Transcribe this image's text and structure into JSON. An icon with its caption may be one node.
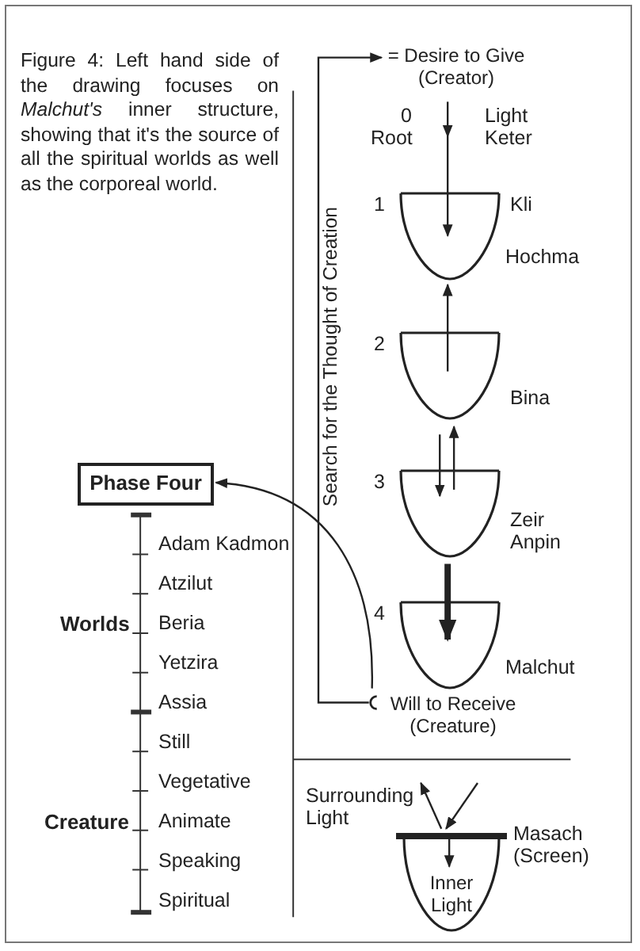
{
  "diagram": {
    "caption": "Figure 4: Left hand side of the drawing focuses on *Malchut's* inner structure, showing that it's the source of all the spiritual worlds as well as the corporeal world.",
    "nodes": [
      {
        "text": [
          "= Desire to Give (Creator)"
        ]
      },
      {
        "text": [],
        "shape": "bowl",
        "beside": [
          "1",
          "Kli",
          "Hochma"
        ]
      },
      {
        "text": [],
        "shape": "bowl",
        "beside": [
          "2",
          "Bina"
        ]
      },
      {
        "text": [],
        "shape": "bowl",
        "beside": [
          "3",
          "Zeir Anpin"
        ]
      },
      {
        "text": [],
        "shape": "bowl",
        "beside": [
          "4",
          "Malchut"
        ]
      },
      {
        "text": [
          "Will to Receive (Creature)"
        ]
      },
      {
        "text": [
          "Phase Four"
        ]
      },
      {
        "text": [
          "Inner Light"
        ],
        "beside": [
          "Masach (Screen)"
        ]
      },
      {
        "text": [
          "Surrounding Light"
        ]
      }
    ],
    "edges": [
      {
        "from": 0,
        "to": 1,
        "arrow": "to"
      },
      {
        "from": 2,
        "to": 1,
        "arrow": "to"
      },
      {
        "from": 2,
        "to": 3,
        "arrow": "to"
      },
      {
        "from": 3,
        "to": 2,
        "arrow": "to"
      },
      {
        "from": 3,
        "to": 4,
        "arrow": "to",
        "style": "thick"
      },
      {
        "from": 5,
        "to": 0,
        "arrow": "to",
        "label": "Search for the Thought of Creation"
      },
      {
        "from": 5,
        "to": 6,
        "arrow": "to"
      },
      {
        "from": null,
        "to": 7,
        "arrow": "to"
      },
      {
        "from": 7,
        "to": 8,
        "arrow": "to"
      }
    ],
    "labels": [
      "0",
      "Root",
      "Light",
      "Keter",
      "Worlds",
      "Creature",
      "Adam Kadmon",
      "Atzilut",
      "Beria",
      "Yetzira",
      "Assia",
      "Still",
      "Vegetative",
      "Animate",
      "Speaking",
      "Spiritual"
    ]
  }
}
